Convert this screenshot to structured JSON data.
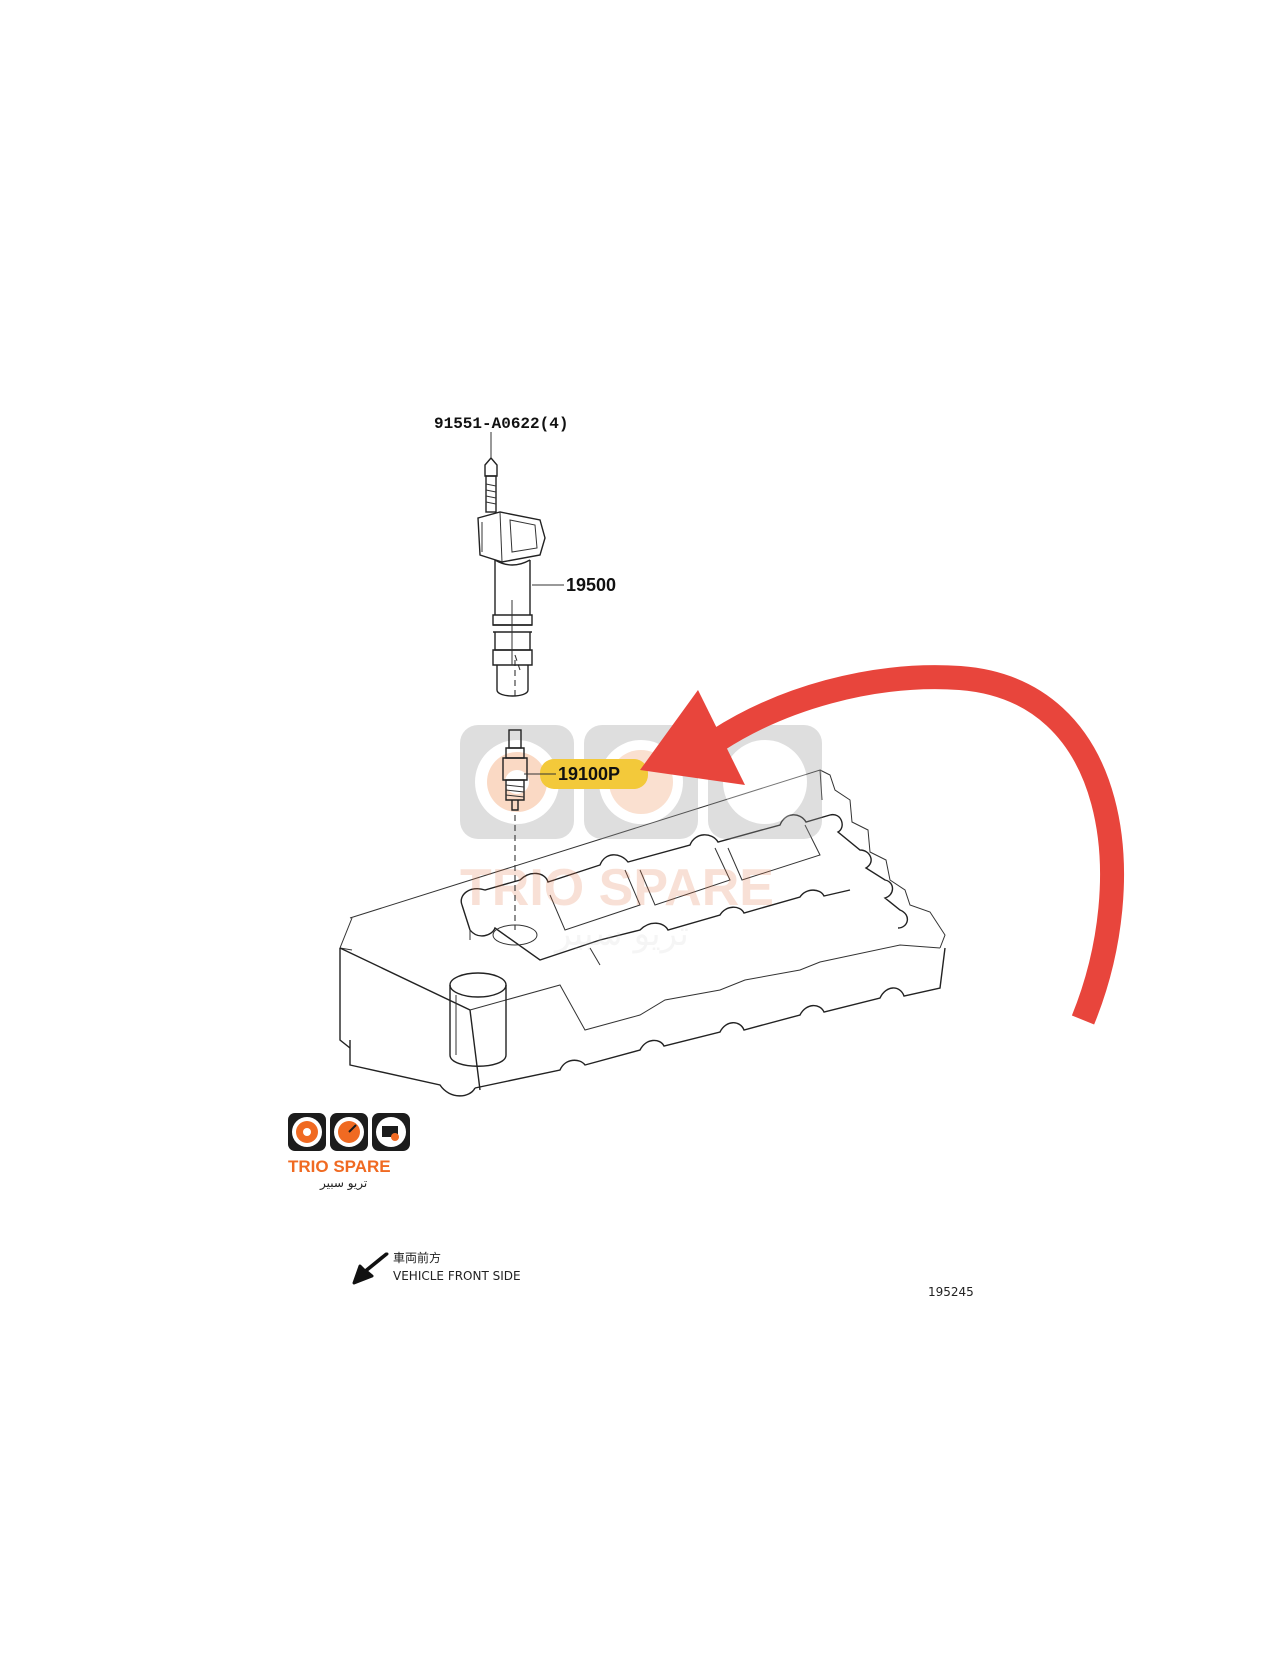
{
  "callouts": {
    "bolt": "91551-A0622(4)",
    "coil": "19500",
    "spark_plug": "19100P"
  },
  "direction_label": {
    "japanese": "車両前方",
    "english": "VEHICLE FRONT SIDE"
  },
  "figure_number": "195245",
  "logo": {
    "name": "TRIO SPARE",
    "arabic": "تريو سبير"
  },
  "watermark": {
    "name": "TRIO SPARE",
    "arabic": "تريو سبير"
  },
  "colors": {
    "arrow": "#e8453c",
    "highlight": "#f3c93a",
    "logo_orange": "#f06a22",
    "logo_dark": "#1c1c1c"
  },
  "icons": [
    "red-arrow-icon",
    "vehicle-front-arrow-icon",
    "disc-brake-icon",
    "speedometer-icon",
    "engine-icon"
  ]
}
